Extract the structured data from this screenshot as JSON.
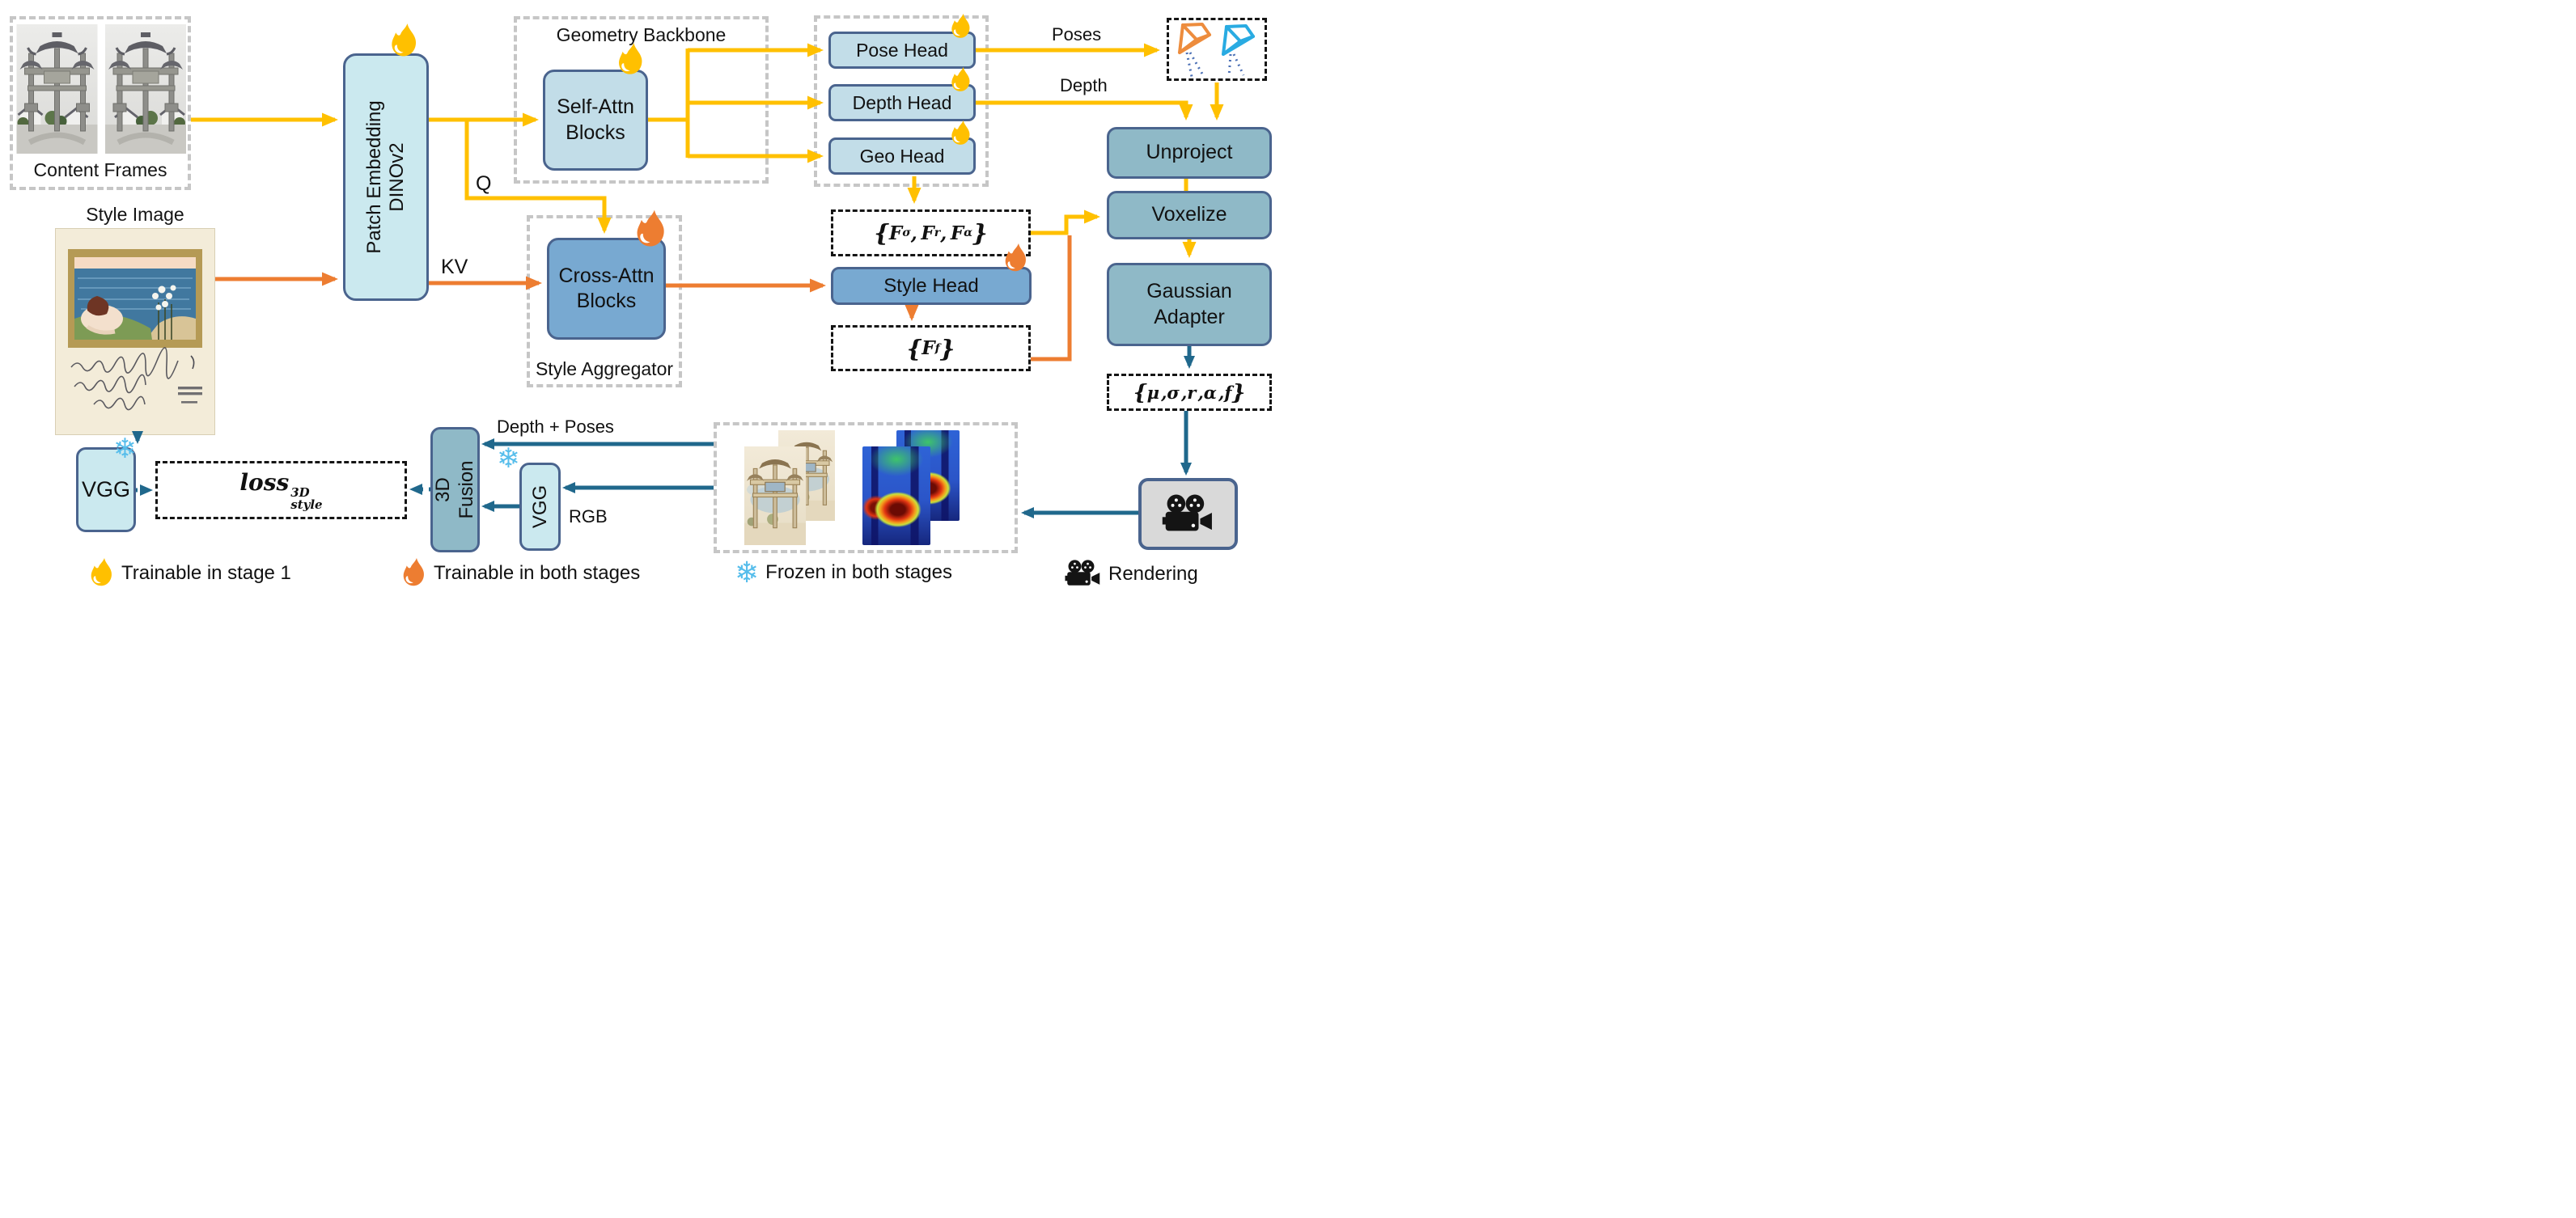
{
  "figure": {
    "type": "ml-architecture-diagram",
    "content_frames": {
      "label": "Content Frames",
      "images": "two grayscale photos of a Chinese stone archway (paifang)"
    },
    "style_image": {
      "label": "Style Image",
      "image": "vintage Art Nouveau postcard painting of a figure by the sea with white flowers and handwriting"
    },
    "patch_embedding": {
      "line1": "Patch Embedding",
      "line2": "DINOv2"
    },
    "geometry_backbone": {
      "label": "Geometry Backbone",
      "self_attn_line1": "Self-Attn",
      "self_attn_line2": "Blocks"
    },
    "heads": {
      "pose": "Pose Head",
      "depth": "Depth Head",
      "geo": "Geo Head"
    },
    "style_aggregator": {
      "label": "Style Aggregator",
      "cross_attn_line1": "Cross-Attn",
      "cross_attn_line2": "Blocks"
    },
    "style_head": {
      "label": "Style Head"
    },
    "unproject": {
      "label": "Unproject"
    },
    "voxelize": {
      "label": "Voxelize"
    },
    "gaussian_adapter": {
      "line1": "Gaussian",
      "line2": "Adapter"
    },
    "fusion": {
      "line1": "3D",
      "line2": "Fusion"
    },
    "vgg_style": {
      "label": "VGG"
    },
    "vgg_render": {
      "label": "VGG"
    },
    "render_outputs": "stylized rendered frames and jet-colormap depth maps of the archway"
  },
  "edge_labels": {
    "q": "Q",
    "kv": "KV",
    "poses": "Poses",
    "depth": "Depth",
    "depth_poses": "Depth + Poses",
    "rgb": "RGB"
  },
  "math": {
    "geo_feats": {
      "open": "{",
      "F": "F",
      "sigma": "σ",
      "r": "r",
      "alpha": "α",
      "comma": ",",
      "close": "}"
    },
    "style_feats": {
      "open": "{",
      "F": "F",
      "f": "f",
      "close": "}"
    },
    "gaussians": {
      "open": "{",
      "mu": "μ",
      "sigma": "σ",
      "r": "r",
      "alpha": "α",
      "f": "f",
      "comma": ",",
      "close": "}"
    },
    "loss": {
      "base": "loss",
      "sup": "3D",
      "sub": "style"
    }
  },
  "legend": {
    "items": [
      {
        "icon": "flame-yellow-icon",
        "label": "Trainable in stage 1"
      },
      {
        "icon": "flame-orange-icon",
        "label": "Trainable in both stages"
      },
      {
        "icon": "snowflake-icon",
        "label": "Frozen in both stages"
      },
      {
        "icon": "camera-icon",
        "label": "Rendering"
      }
    ]
  },
  "colors": {
    "yellow_arrow": "#FFC000",
    "orange_arrow": "#ED7D31",
    "teal_arrow": "#20688C",
    "box_border": "#4A648E",
    "light_cyan_fill": "#CBE9EF",
    "light_blue_fill": "#C2DDE8",
    "mid_blue_fill": "#78A9D1",
    "gray_teal_fill": "#8FB9C7",
    "camera_box_fill": "#D9D9D9",
    "dash_gray": "#C6C6C6",
    "snowflake_blue": "#56BDEB",
    "frustum_orange": "#ED8C3D",
    "frustum_blue": "#29ABE2",
    "dotted_ray_blue": "#4A6FB5"
  }
}
